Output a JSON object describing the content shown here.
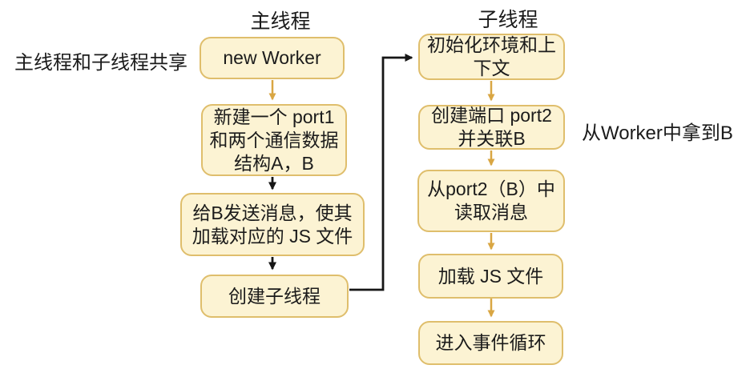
{
  "diagram": {
    "columns": [
      {
        "title": "主线程",
        "nodes": [
          "new Worker",
          "新建一个 port1\n和两个通信数据\n结构A，B",
          "给B发送消息，使其\n加载对应的 JS 文件",
          "创建子线程"
        ]
      },
      {
        "title": "子线程",
        "nodes": [
          "初始化环境和上\n下文",
          "创建端口 port2\n并关联B",
          "从port2（B）中\n读取消息",
          "加载 JS 文件",
          "进入事件循环"
        ]
      }
    ],
    "annotations": {
      "shared_label": "主线程和子线程共享",
      "worker_label": "从Worker中拿到B"
    },
    "colors": {
      "node_fill": "#FCF3D3",
      "node_border": "#DFBE6C",
      "arrow_gold": "#D9A643",
      "arrow_black": "#161616",
      "background": "#FFFFFF",
      "text": "#1B1B1B"
    }
  }
}
